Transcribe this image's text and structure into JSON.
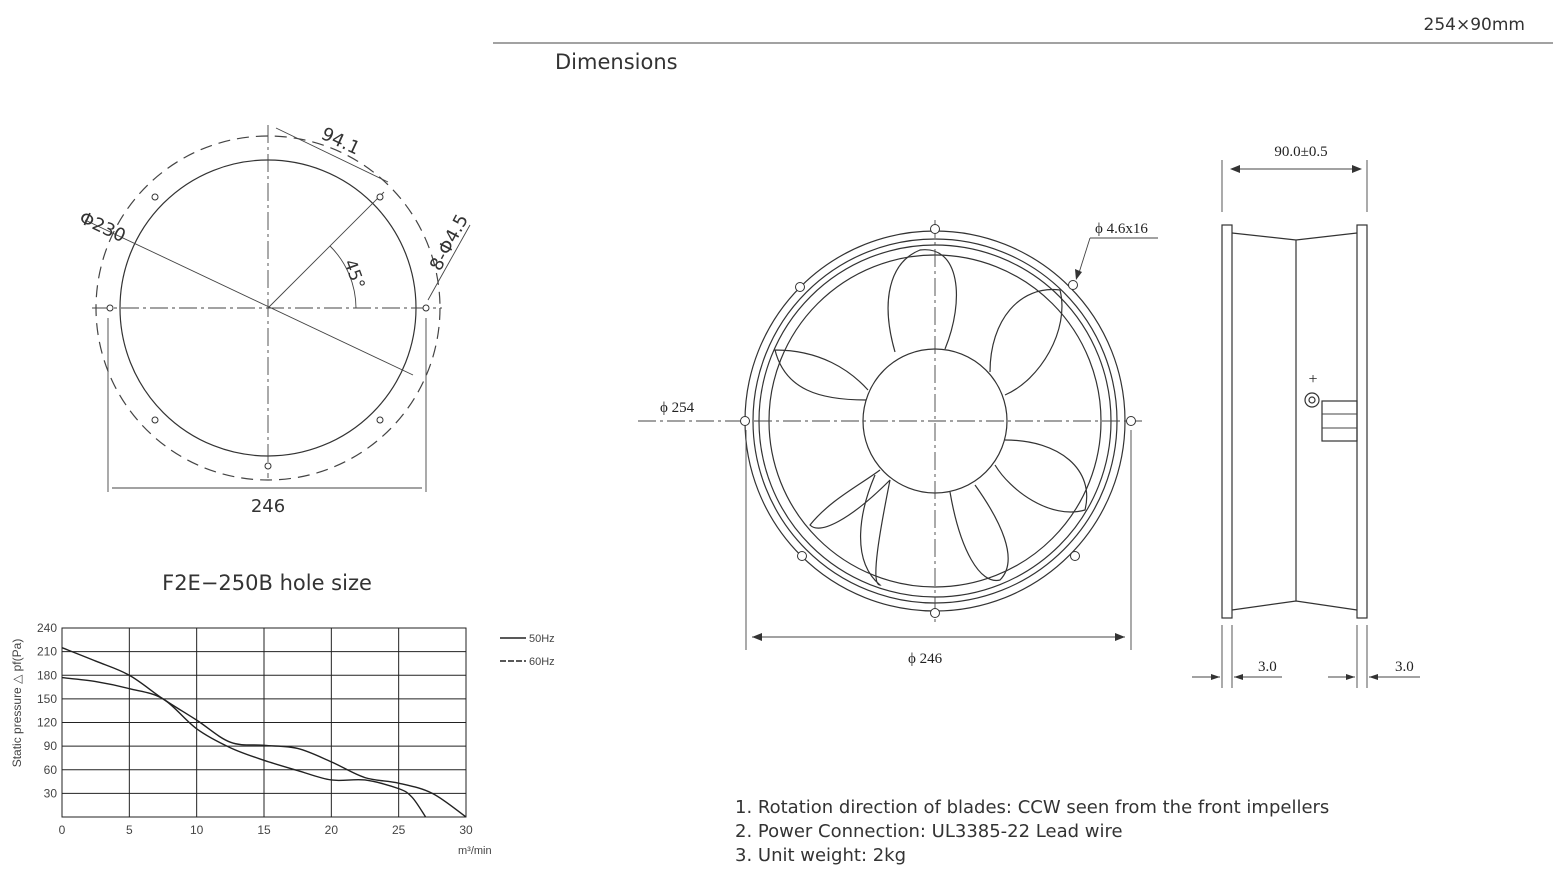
{
  "header": {
    "model_size": "254×90mm",
    "section_title": "Dimensions"
  },
  "hole_drawing": {
    "title": "F2E−250B hole size",
    "dim_arc": "94.1",
    "dim_diameter": "Φ230",
    "dim_holes": "8-Φ4.5",
    "dim_angle": "45°",
    "dim_width": "246"
  },
  "front_view": {
    "dim_holes": "ϕ 4.6x16",
    "dim_outer": "ϕ 254",
    "dim_inner": "ϕ 246"
  },
  "side_view": {
    "dim_depth": "90.0±0.5",
    "dim_flange_left": "3.0",
    "dim_flange_right": "3.0",
    "plus_mark": "+"
  },
  "notes": [
    "1. Rotation direction of blades: CCW seen from the front impellers",
    "2. Power Connection: UL3385-22 Lead wire",
    "3. Unit weight: 2kg"
  ],
  "chart_data": {
    "type": "line",
    "title": "",
    "xlabel": "m³/min",
    "ylabel": "Static pressure △ pf(Pa)",
    "xlim": [
      0,
      30
    ],
    "ylim": [
      0,
      240
    ],
    "xticks": [
      "0",
      "5",
      "10",
      "15",
      "20",
      "25",
      "30"
    ],
    "yticks": [
      "30",
      "60",
      "90",
      "120",
      "150",
      "180",
      "210",
      "240"
    ],
    "grid": true,
    "legend_position": "right",
    "series": [
      {
        "name": "50Hz",
        "x": [
          0,
          2.5,
          5,
          7.5,
          10,
          12.5,
          15,
          17.5,
          20,
          22.5,
          25,
          26,
          27
        ],
        "y": [
          177,
          172,
          163,
          150,
          112,
          88,
          72,
          59,
          47,
          47,
          36,
          25,
          0
        ]
      },
      {
        "name": "60Hz",
        "x": [
          0,
          2.5,
          5,
          7.5,
          10,
          12.5,
          15,
          17.5,
          20,
          22.5,
          25,
          27.5,
          30
        ],
        "y": [
          215,
          198,
          180,
          150,
          123,
          95,
          91,
          87,
          70,
          50,
          43,
          30,
          0
        ]
      }
    ]
  }
}
